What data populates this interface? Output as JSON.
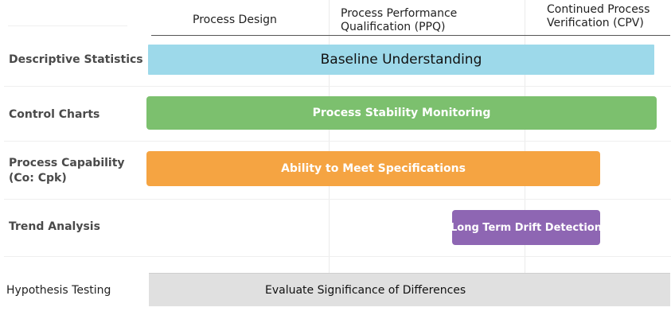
{
  "phases": [
    {
      "id": "design",
      "label": "Process Design"
    },
    {
      "id": "ppq",
      "label": "Process Performance\nQualification (PPQ)"
    },
    {
      "id": "cpv",
      "label": "Continued Process\nVerification (CPV)"
    }
  ],
  "rows": [
    {
      "id": "descriptive-statistics",
      "label": "Descriptive Statistics",
      "bar_label": "Baseline Understanding",
      "color": "#9dd9ea"
    },
    {
      "id": "control-charts",
      "label": "Control Charts",
      "bar_label": "Process Stability Monitoring",
      "color": "#7cc06e"
    },
    {
      "id": "process-capability",
      "label": "Process Capability\n(Co: Cpk)",
      "bar_label": "Ability to Meet Specifications",
      "color": "#f5a442"
    },
    {
      "id": "trend-analysis",
      "label": "Trend Analysis",
      "bar_label": "Long Term Drift Detection",
      "color": "#8e66b3"
    },
    {
      "id": "hypothesis-testing",
      "label": "Hypothesis Testing",
      "bar_label": "Evaluate Significance of Differences",
      "color": "#e0e0e0"
    }
  ]
}
